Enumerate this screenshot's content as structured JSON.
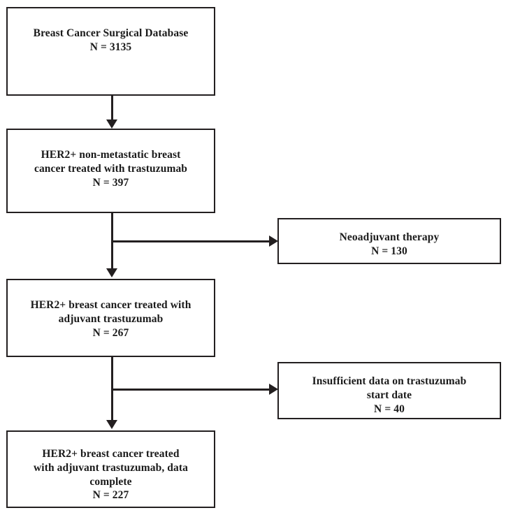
{
  "diagram": {
    "type": "patient-selection-flowchart",
    "orientation": "vertical",
    "nodes": [
      {
        "id": "database",
        "role": "main",
        "text": "Breast Cancer Surgical Database\nN = 3135",
        "label": "Breast Cancer Surgical Database",
        "count": "N = 3135"
      },
      {
        "id": "her2-nonmetastatic",
        "role": "main",
        "text": "HER2+ non-metastatic breast\ncancer treated with trastuzumab\nN = 397",
        "label": "HER2+ non-metastatic breast cancer treated with trastuzumab",
        "count": "N = 397"
      },
      {
        "id": "neoadjuvant-excluded",
        "role": "exclusion",
        "text": "Neoadjuvant therapy\nN = 130",
        "label": "Neoadjuvant therapy",
        "count": "N = 130"
      },
      {
        "id": "adjuvant-trastuzumab",
        "role": "main",
        "text": "HER2+ breast cancer treated with\nadjuvant trastuzumab\nN = 267",
        "label": "HER2+ breast cancer treated with adjuvant trastuzumab",
        "count": "N = 267"
      },
      {
        "id": "insufficient-data-excluded",
        "role": "exclusion",
        "text": "Insufficient data on trastuzumab\nstart date\nN = 40",
        "label": "Insufficient data on trastuzumab start date",
        "count": "N = 40"
      },
      {
        "id": "final-cohort",
        "role": "main",
        "text": "HER2+ breast cancer treated\nwith adjuvant trastuzumab, data\ncomplete\nN = 227",
        "label": "HER2+ breast cancer treated with adjuvant trastuzumab, data complete",
        "count": "N = 227"
      }
    ],
    "edges": [
      {
        "from": "database",
        "to": "her2-nonmetastatic",
        "direction": "down"
      },
      {
        "from": "her2-nonmetastatic",
        "to": "neoadjuvant-excluded",
        "direction": "right"
      },
      {
        "from": "her2-nonmetastatic",
        "to": "adjuvant-trastuzumab",
        "direction": "down"
      },
      {
        "from": "adjuvant-trastuzumab",
        "to": "insufficient-data-excluded",
        "direction": "right"
      },
      {
        "from": "adjuvant-trastuzumab",
        "to": "final-cohort",
        "direction": "down"
      }
    ],
    "colors": {
      "border": "#231f20",
      "text": "#1a1a1a",
      "background": "#ffffff",
      "connector": "#231f20"
    }
  }
}
